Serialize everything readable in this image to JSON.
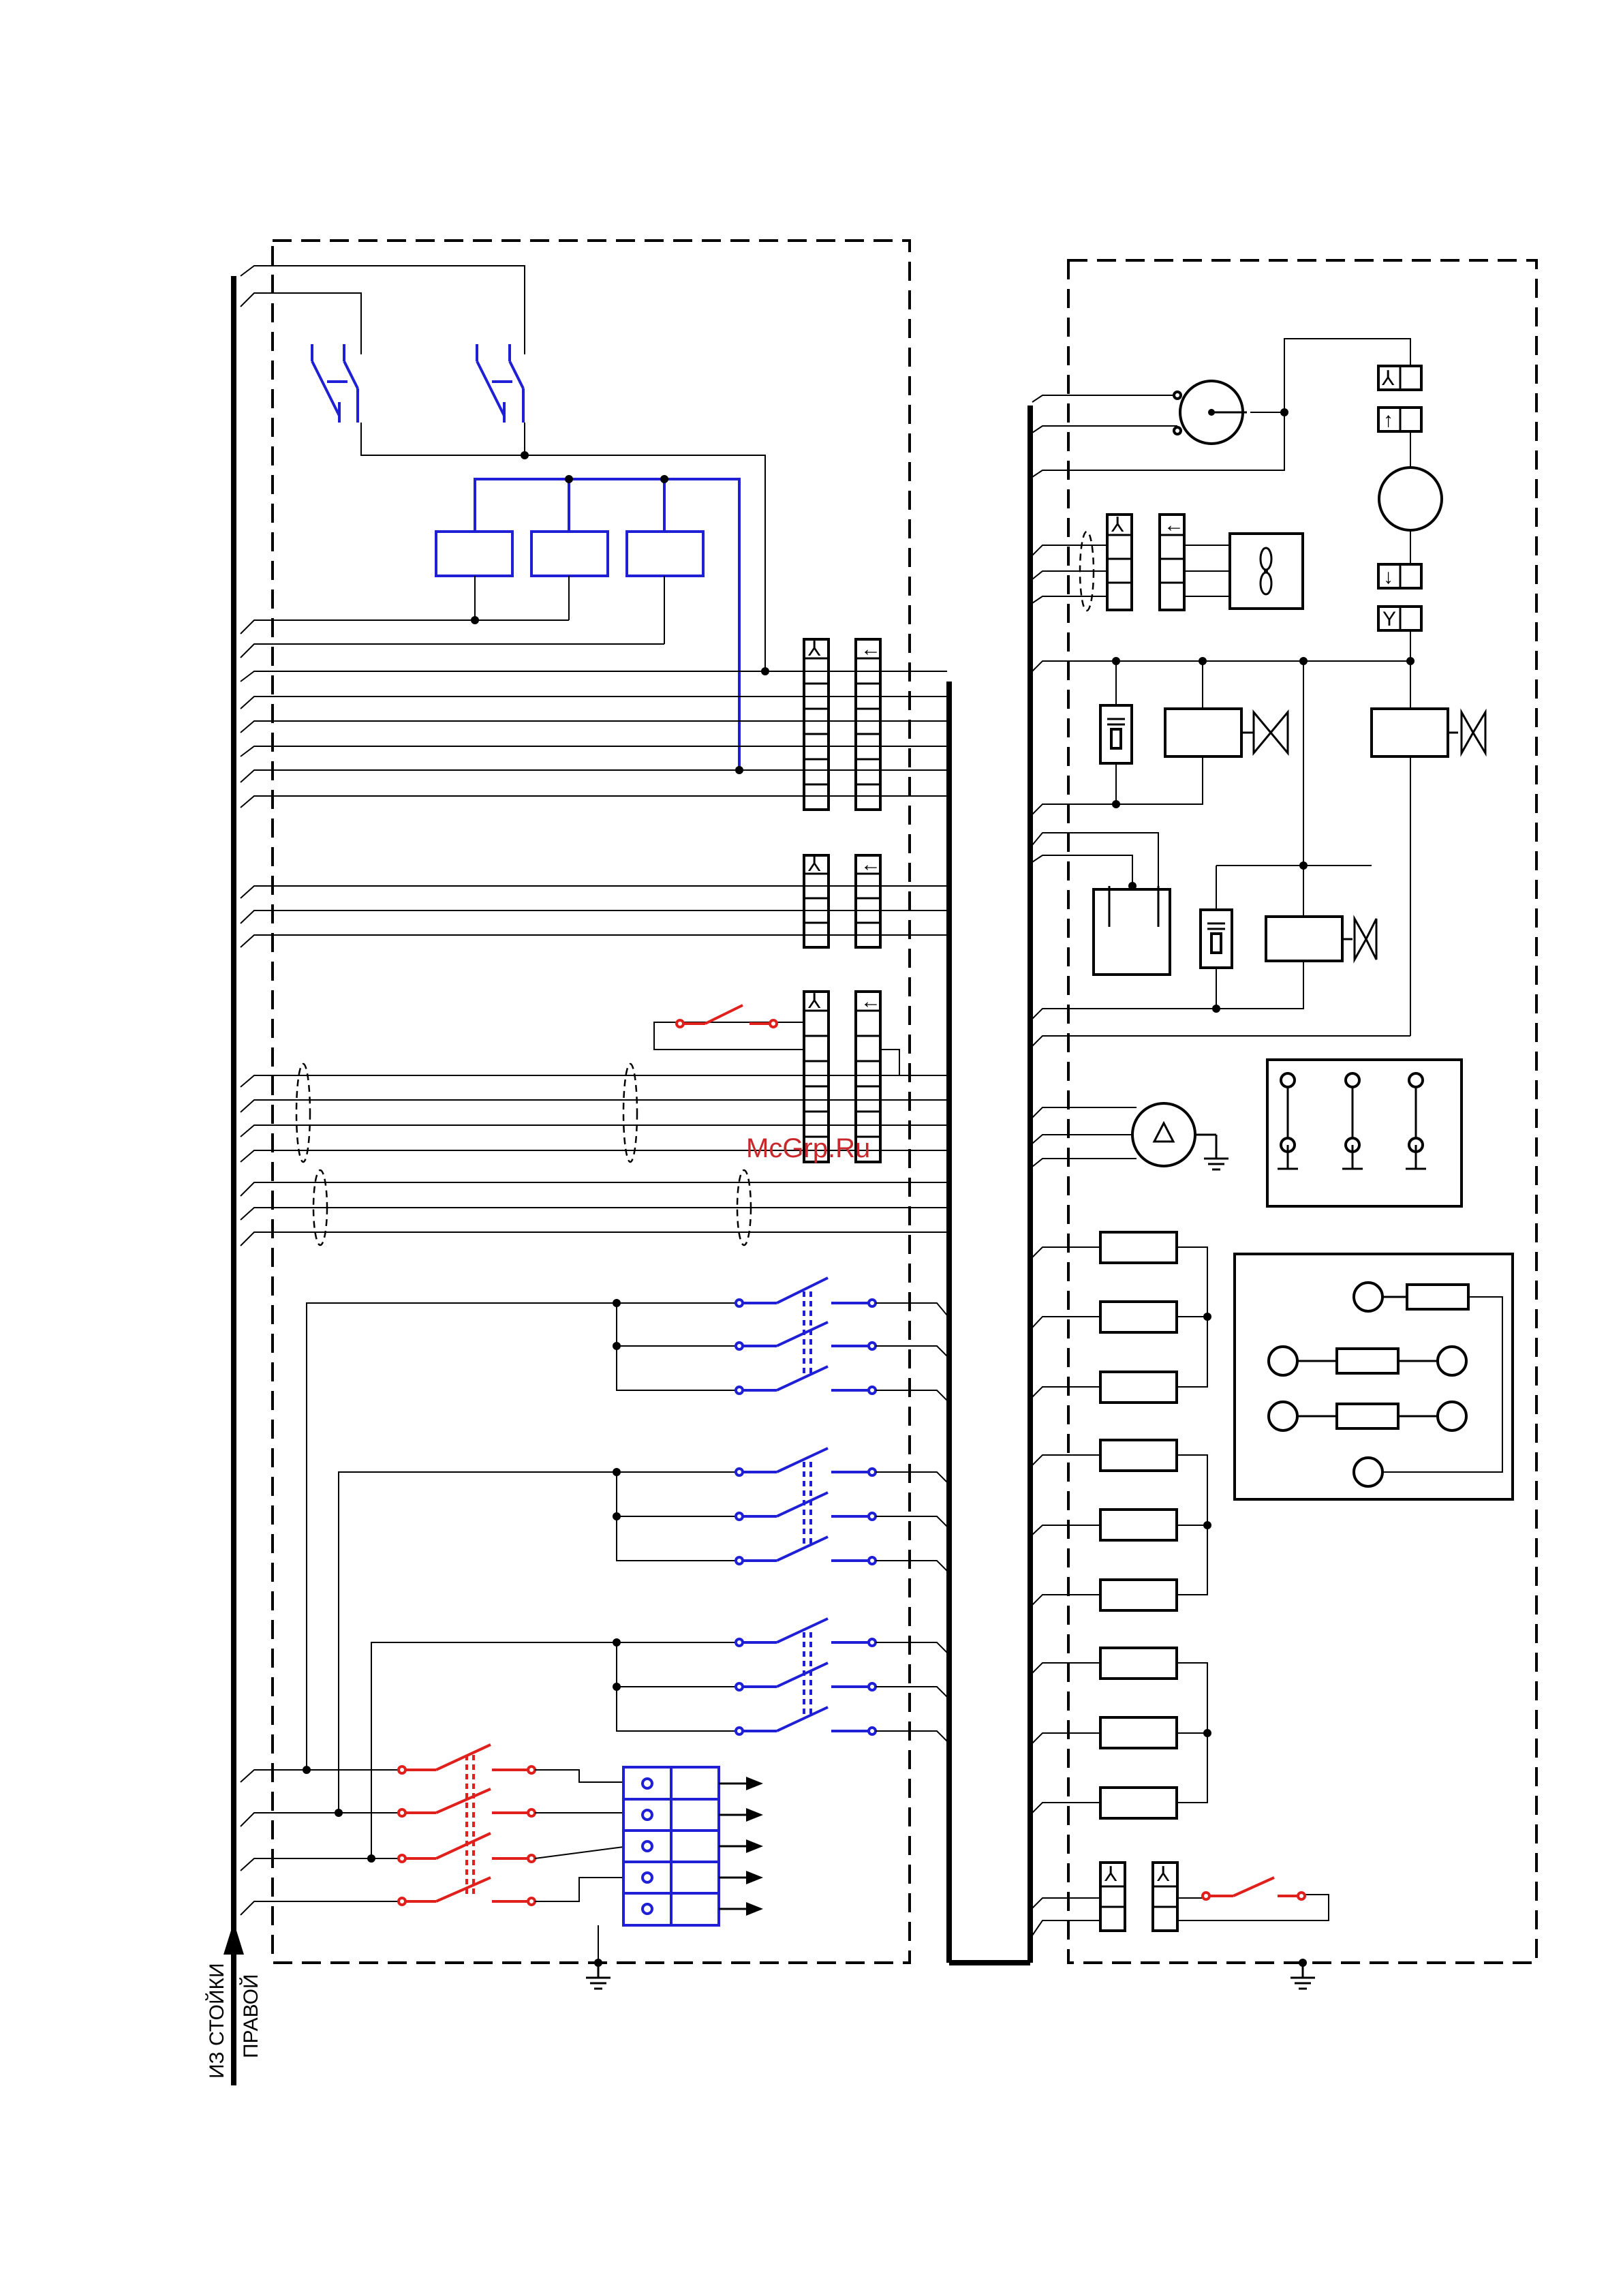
{
  "source_label": {
    "line1": "ИЗ СТОЙКИ",
    "line2": "ПРАВОЙ"
  },
  "watermark": "McGrp.Ru",
  "colors": {
    "wire": "#000000",
    "contactor": "#1f1fd6",
    "switch": "#e0201c",
    "watermark": "#c8282c"
  },
  "icons": [
    "fan-icon",
    "pump-motor-icon",
    "valve-icon",
    "ground-icon",
    "alarm-icon",
    "plug-connector-icon"
  ]
}
